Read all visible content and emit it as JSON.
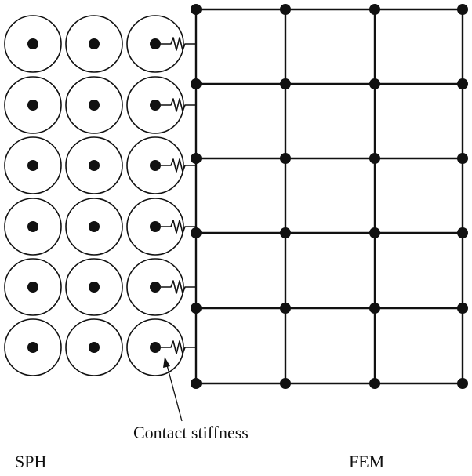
{
  "labels": {
    "contact_stiffness": "Contact stiffness",
    "sph": "SPH",
    "fem": "FEM"
  },
  "sph": {
    "rows": 6,
    "cols": 3,
    "spring_column": "last"
  },
  "fem": {
    "node_rows": 6,
    "node_cols": 4
  },
  "colors": {
    "stroke": "#111111",
    "background": "#ffffff"
  }
}
